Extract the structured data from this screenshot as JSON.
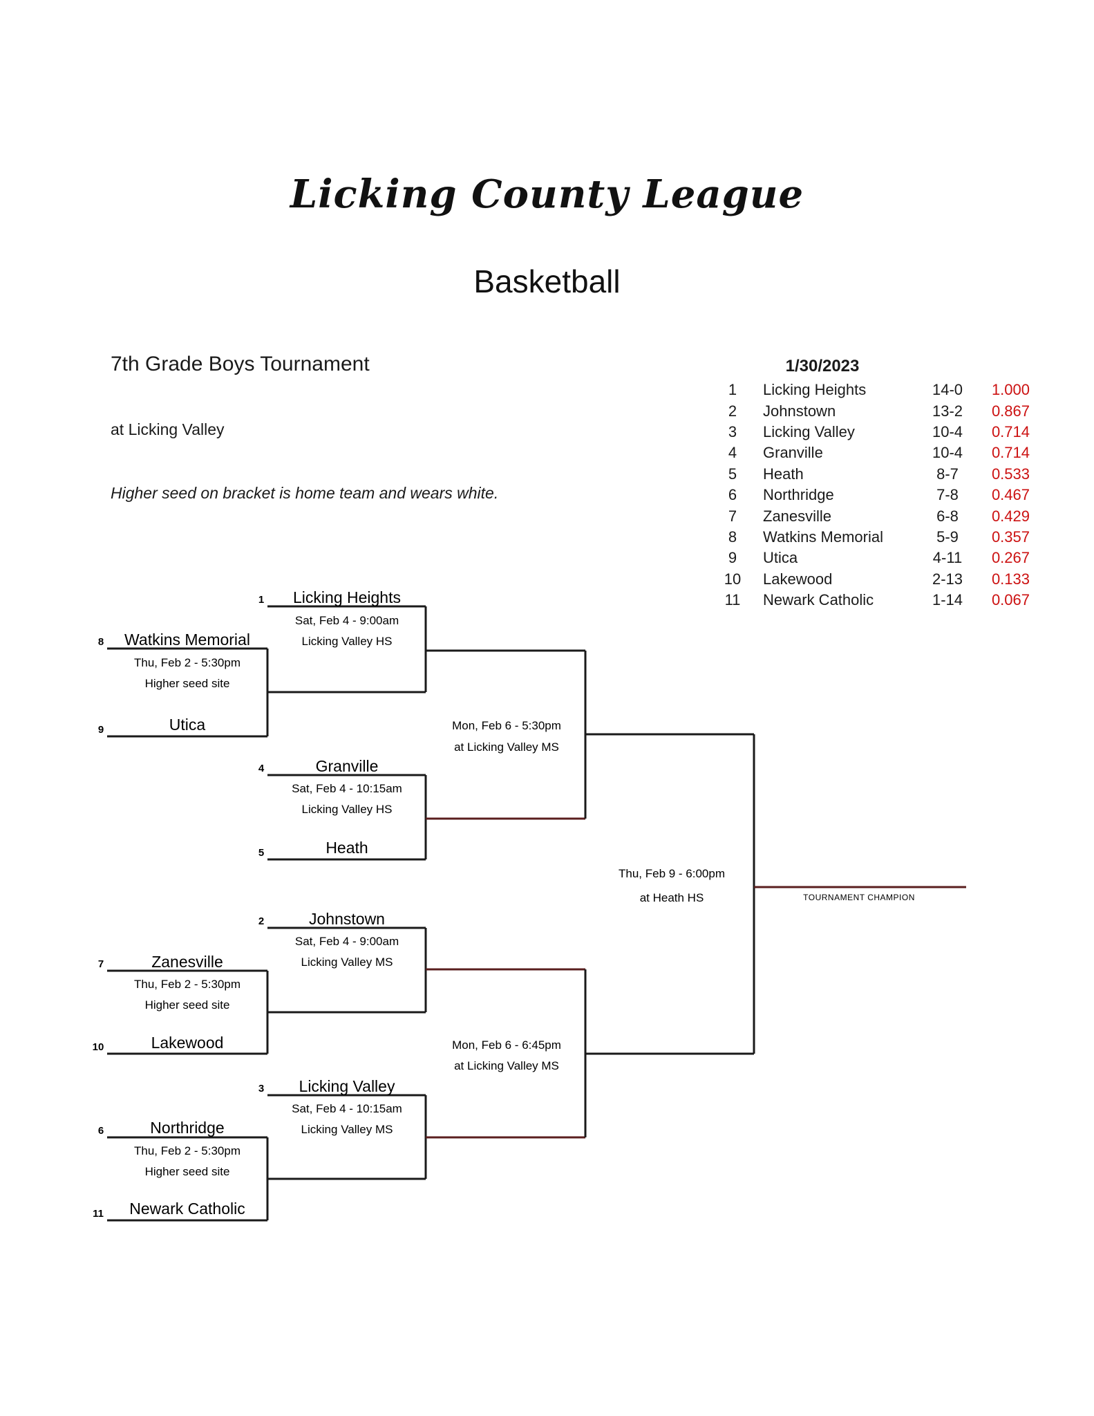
{
  "header": {
    "league": "Licking County League",
    "sport": "Basketball",
    "tournament": "7th Grade Boys Tournament",
    "venue": "at Licking Valley",
    "note": "Higher seed on bracket is home team and wears white."
  },
  "standings": {
    "date": "1/30/2023",
    "rows": [
      {
        "seed": "1",
        "team": "Licking Heights",
        "record": "14-0",
        "pct": "1.000"
      },
      {
        "seed": "2",
        "team": "Johnstown",
        "record": "13-2",
        "pct": "0.867"
      },
      {
        "seed": "3",
        "team": "Licking Valley",
        "record": "10-4",
        "pct": "0.714"
      },
      {
        "seed": "4",
        "team": "Granville",
        "record": "10-4",
        "pct": "0.714"
      },
      {
        "seed": "5",
        "team": "Heath",
        "record": "8-7",
        "pct": "0.533"
      },
      {
        "seed": "6",
        "team": "Northridge",
        "record": "7-8",
        "pct": "0.467"
      },
      {
        "seed": "7",
        "team": "Zanesville",
        "record": "6-8",
        "pct": "0.429"
      },
      {
        "seed": "8",
        "team": "Watkins Memorial",
        "record": "5-9",
        "pct": "0.357"
      },
      {
        "seed": "9",
        "team": "Utica",
        "record": "4-11",
        "pct": "0.267"
      },
      {
        "seed": "10",
        "team": "Lakewood",
        "record": "2-13",
        "pct": "0.133"
      },
      {
        "seed": "11",
        "team": "Newark Catholic",
        "record": "1-14",
        "pct": "0.067"
      }
    ]
  },
  "bracket": {
    "first_round": [
      {
        "high_seed": "8",
        "high_team": "Watkins Memorial",
        "low_seed": "9",
        "low_team": "Utica",
        "date": "Thu, Feb 2 - 5:30pm",
        "site": "Higher seed site"
      },
      {
        "high_seed": "7",
        "high_team": "Zanesville",
        "low_seed": "10",
        "low_team": "Lakewood",
        "date": "Thu, Feb 2 - 5:30pm",
        "site": "Higher seed site"
      },
      {
        "high_seed": "6",
        "high_team": "Northridge",
        "low_seed": "11",
        "low_team": "Newark Catholic",
        "date": "Thu, Feb 2 - 5:30pm",
        "site": "Higher seed site"
      }
    ],
    "quarterfinals": [
      {
        "seed": "1",
        "team": "Licking Heights",
        "date": "Sat, Feb 4 - 9:00am",
        "site": "Licking Valley HS"
      },
      {
        "seed": "4",
        "team": "Granville",
        "date": "Sat, Feb 4 - 10:15am",
        "site": "Licking Valley HS",
        "low_seed": "5",
        "low_team": "Heath"
      },
      {
        "seed": "2",
        "team": "Johnstown",
        "date": "Sat, Feb 4 - 9:00am",
        "site": "Licking Valley MS"
      },
      {
        "seed": "3",
        "team": "Licking Valley",
        "date": "Sat, Feb 4 - 10:15am",
        "site": "Licking Valley MS"
      }
    ],
    "semifinals": [
      {
        "date": "Mon, Feb 6 - 5:30pm",
        "site": "at Licking Valley MS"
      },
      {
        "date": "Mon, Feb 6 - 6:45pm",
        "site": "at Licking Valley MS"
      }
    ],
    "final": {
      "date": "Thu, Feb 9 - 6:00pm",
      "site": "at Heath HS"
    },
    "champion_label": "TOURNAMENT CHAMPION"
  }
}
